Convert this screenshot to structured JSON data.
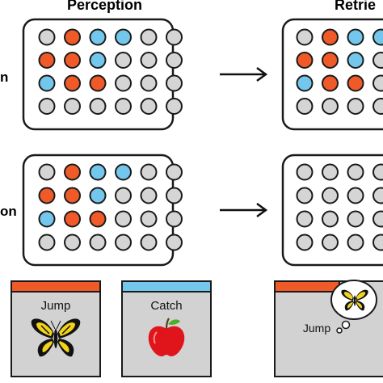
{
  "headers": {
    "perception": "Perception",
    "retrieval_partial": "Retrie"
  },
  "side_labels": {
    "row1_partial": "n",
    "row2_partial": "on"
  },
  "colors": {
    "orange": "#f05a28",
    "blue": "#74c7ec",
    "gray": "#d5d5d5",
    "card_fill": "#d2d2d2",
    "stroke": "#1a1a1a"
  },
  "grids": [
    {
      "name": "grid-top-perception",
      "pattern": [
        "GOBBGG",
        "OOBGGG",
        "BOOGGG",
        "GGGGGG"
      ]
    },
    {
      "name": "grid-top-retrieval",
      "pattern": [
        "GOBBGG",
        "OOBGGG",
        "BOOGGG",
        "GGGGGG"
      ]
    },
    {
      "name": "grid-bottom-perception",
      "pattern": [
        "GOBBGG",
        "OOBGGG",
        "BOOGGG",
        "GGGGGG"
      ]
    },
    {
      "name": "grid-bottom-retrieval",
      "pattern": [
        "GGGGGG",
        "GGGGGG",
        "GGGGGG",
        "GGGGBO"
      ]
    }
  ],
  "cards": {
    "card1_word": "Jump",
    "card1_bar": "orange",
    "card2_word": "Catch",
    "card2_bar": "blue",
    "card3_word": "Jump",
    "card3_bar": "orange"
  },
  "icons": {
    "butterfly": "butterfly-icon",
    "apple": "apple-icon",
    "arrow": "right-arrow-icon",
    "thought": "thought-bubble-icon"
  }
}
